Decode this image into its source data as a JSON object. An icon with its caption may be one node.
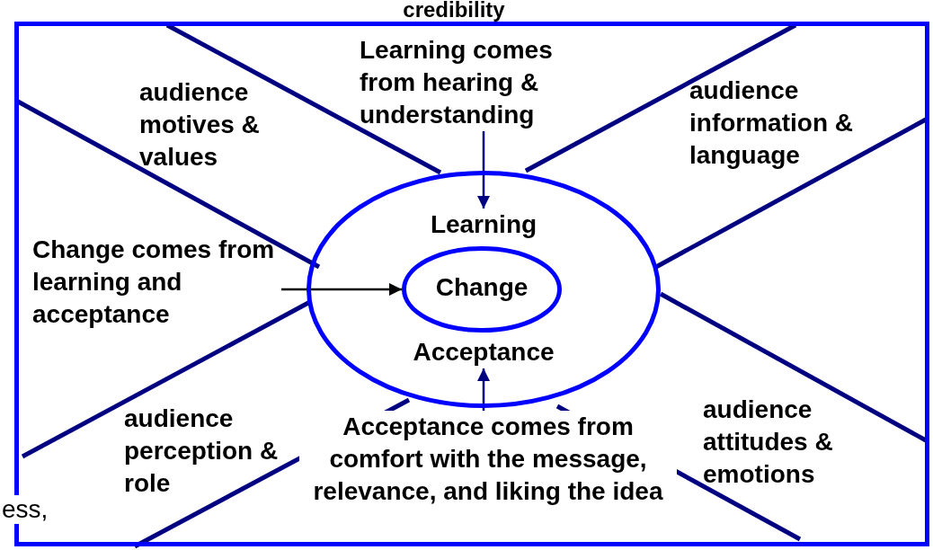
{
  "diagram": {
    "nodes": [
      {
        "text": [],
        "shape": "box"
      },
      {
        "text": [],
        "shape": "ellipse",
        "in": 0
      },
      {
        "text": [
          "Learning"
        ],
        "in": 1
      },
      {
        "text": [
          "Change"
        ],
        "in": 1
      },
      {
        "text": [
          "Acceptance"
        ],
        "in": 1
      },
      {
        "text": [
          "Learning comes from hearing & understanding"
        ],
        "in": 0
      },
      {
        "text": [
          "Change comes from learning and acceptance"
        ],
        "in": 0
      },
      {
        "text": [
          "Acceptance comes from comfort with the message, relevance, and liking the idea"
        ],
        "in": 0
      }
    ],
    "edges": [
      {
        "from": 5,
        "to": 2,
        "arrow": "to"
      },
      {
        "from": 6,
        "to": 3,
        "arrow": "to",
        "color": "#000000"
      },
      {
        "from": 7,
        "to": 4,
        "arrow": "to"
      }
    ],
    "labels": [
      "credibility",
      "audience motives & values",
      "audience information & language",
      "audience perception & role",
      "audience attitudes & emotions",
      "ess,"
    ]
  }
}
